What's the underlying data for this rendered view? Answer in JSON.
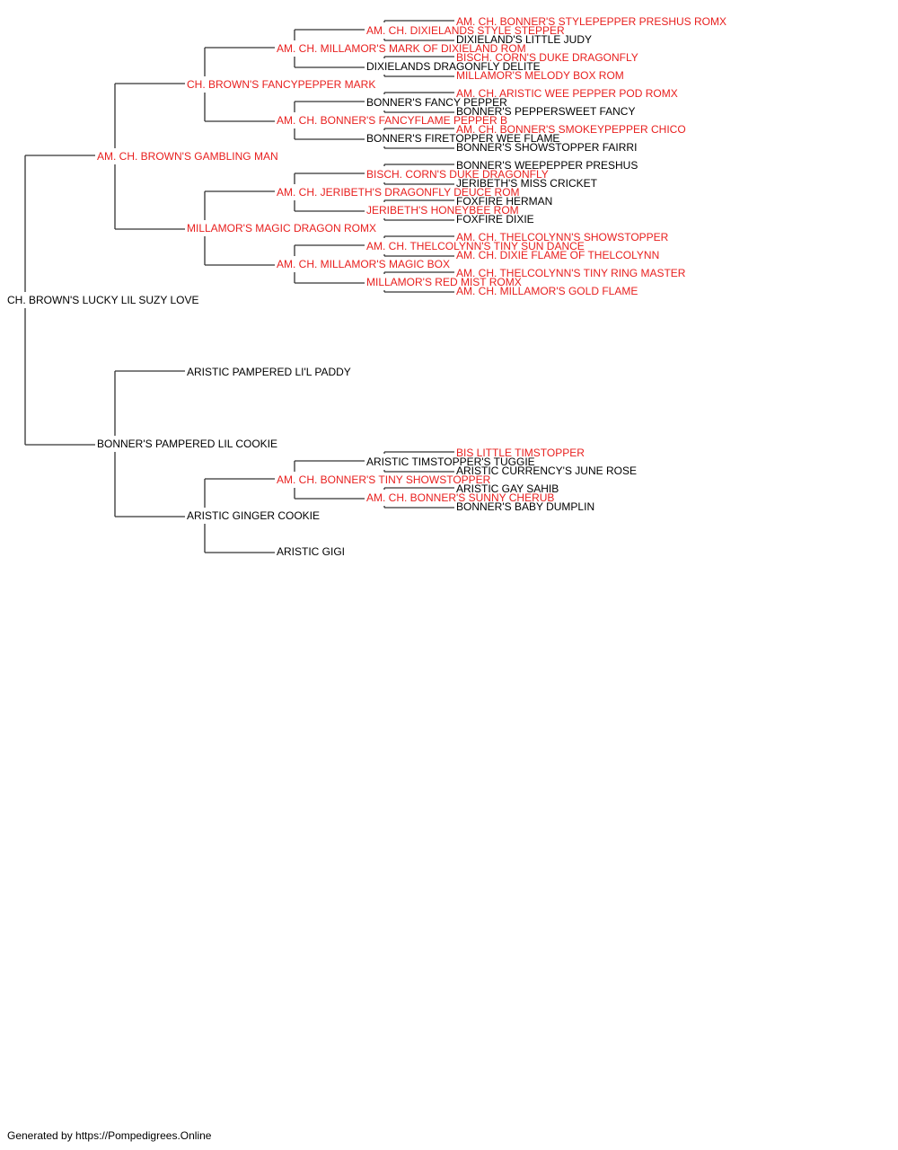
{
  "colors": {
    "champion": "#e8201f",
    "normal": "#000000",
    "line": "#333333"
  },
  "footer": "Generated by https://Pompedigrees.Online",
  "pedigree": {
    "name": "CH. BROWN'S LUCKY LIL SUZY LOVE",
    "champion": false,
    "sire": {
      "name": "AM. CH. BROWN'S GAMBLING MAN",
      "champion": true,
      "sire": {
        "name": "CH. BROWN'S FANCYPEPPER MARK",
        "champion": true,
        "sire": {
          "name": "AM. CH. MILLAMOR'S MARK OF DIXIELAND ROM",
          "champion": true,
          "sire": {
            "name": "AM. CH. DIXIELANDS STYLE STEPPER",
            "champion": true,
            "sire": {
              "name": "AM. CH. BONNER'S STYLEPEPPER PRESHUS ROMX",
              "champion": true
            },
            "dam": {
              "name": "DIXIELAND'S LITTLE JUDY",
              "champion": false
            }
          },
          "dam": {
            "name": "DIXIELANDS DRAGONFLY DELITE",
            "champion": false,
            "sire": {
              "name": "BISCH. CORN'S DUKE DRAGONFLY",
              "champion": true
            },
            "dam": {
              "name": "MILLAMOR'S MELODY BOX ROM",
              "champion": true
            }
          }
        },
        "dam": {
          "name": "AM. CH. BONNER'S FANCYFLAME PEPPER B",
          "champion": true,
          "sire": {
            "name": "BONNER'S FANCY PEPPER",
            "champion": false,
            "sire": {
              "name": "AM. CH. ARISTIC WEE PEPPER POD ROMX",
              "champion": true
            },
            "dam": {
              "name": "BONNER'S PEPPERSWEET FANCY",
              "champion": false
            }
          },
          "dam": {
            "name": "BONNER'S FIRETOPPER WEE FLAME",
            "champion": false,
            "sire": {
              "name": "AM. CH. BONNER'S SMOKEYPEPPER CHICO",
              "champion": true
            },
            "dam": {
              "name": "BONNER'S SHOWSTOPPER FAIRRI",
              "champion": false
            }
          }
        }
      },
      "dam": {
        "name": "MILLAMOR'S MAGIC DRAGON ROMX",
        "champion": true,
        "sire": {
          "name": "AM. CH. JERIBETH'S DRAGONFLY DEUCE ROM",
          "champion": true,
          "sire": {
            "name": "BISCH. CORN'S DUKE DRAGONFLY",
            "champion": true,
            "sire": {
              "name": "BONNER'S WEEPEPPER PRESHUS",
              "champion": false
            },
            "dam": {
              "name": "JERIBETH'S MISS CRICKET",
              "champion": false
            }
          },
          "dam": {
            "name": "JERIBETH'S HONEYBEE ROM",
            "champion": true,
            "sire": {
              "name": "FOXFIRE HERMAN",
              "champion": false
            },
            "dam": {
              "name": "FOXFIRE DIXIE",
              "champion": false
            }
          }
        },
        "dam": {
          "name": "AM. CH. MILLAMOR'S MAGIC BOX",
          "champion": true,
          "sire": {
            "name": "AM. CH. THELCOLYNN'S TINY SUN DANCE",
            "champion": true,
            "sire": {
              "name": "AM. CH. THELCOLYNN'S SHOWSTOPPER",
              "champion": true
            },
            "dam": {
              "name": "AM. CH. DIXIE FLAME OF THELCOLYNN",
              "champion": true
            }
          },
          "dam": {
            "name": "MILLAMOR'S RED MIST ROMX",
            "champion": true,
            "sire": {
              "name": "AM. CH. THELCOLYNN'S TINY RING MASTER",
              "champion": true
            },
            "dam": {
              "name": "AM. CH. MILLAMOR'S GOLD FLAME",
              "champion": true
            }
          }
        }
      }
    },
    "dam": {
      "name": "BONNER'S PAMPERED LIL COOKIE",
      "champion": false,
      "sire": {
        "name": "ARISTIC PAMPERED LI'L PADDY",
        "champion": false
      },
      "dam": {
        "name": "ARISTIC GINGER COOKIE",
        "champion": false,
        "sire": {
          "name": "AM. CH. BONNER'S TINY SHOWSTOPPER",
          "champion": true,
          "sire": {
            "name": "ARISTIC TIMSTOPPER'S TUGGIE",
            "champion": false,
            "sire": {
              "name": "BIS LITTLE TIMSTOPPER",
              "champion": true
            },
            "dam": {
              "name": "ARISTIC CURRENCY'S JUNE ROSE",
              "champion": false
            }
          },
          "dam": {
            "name": "AM. CH. BONNER'S SUNNY CHERUB",
            "champion": true,
            "sire": {
              "name": "ARISTIC GAY SAHIB",
              "champion": false
            },
            "dam": {
              "name": "BONNER'S BABY DUMPLIN",
              "champion": false
            }
          }
        },
        "dam": {
          "name": "ARISTIC GIGI",
          "champion": false
        }
      }
    }
  }
}
